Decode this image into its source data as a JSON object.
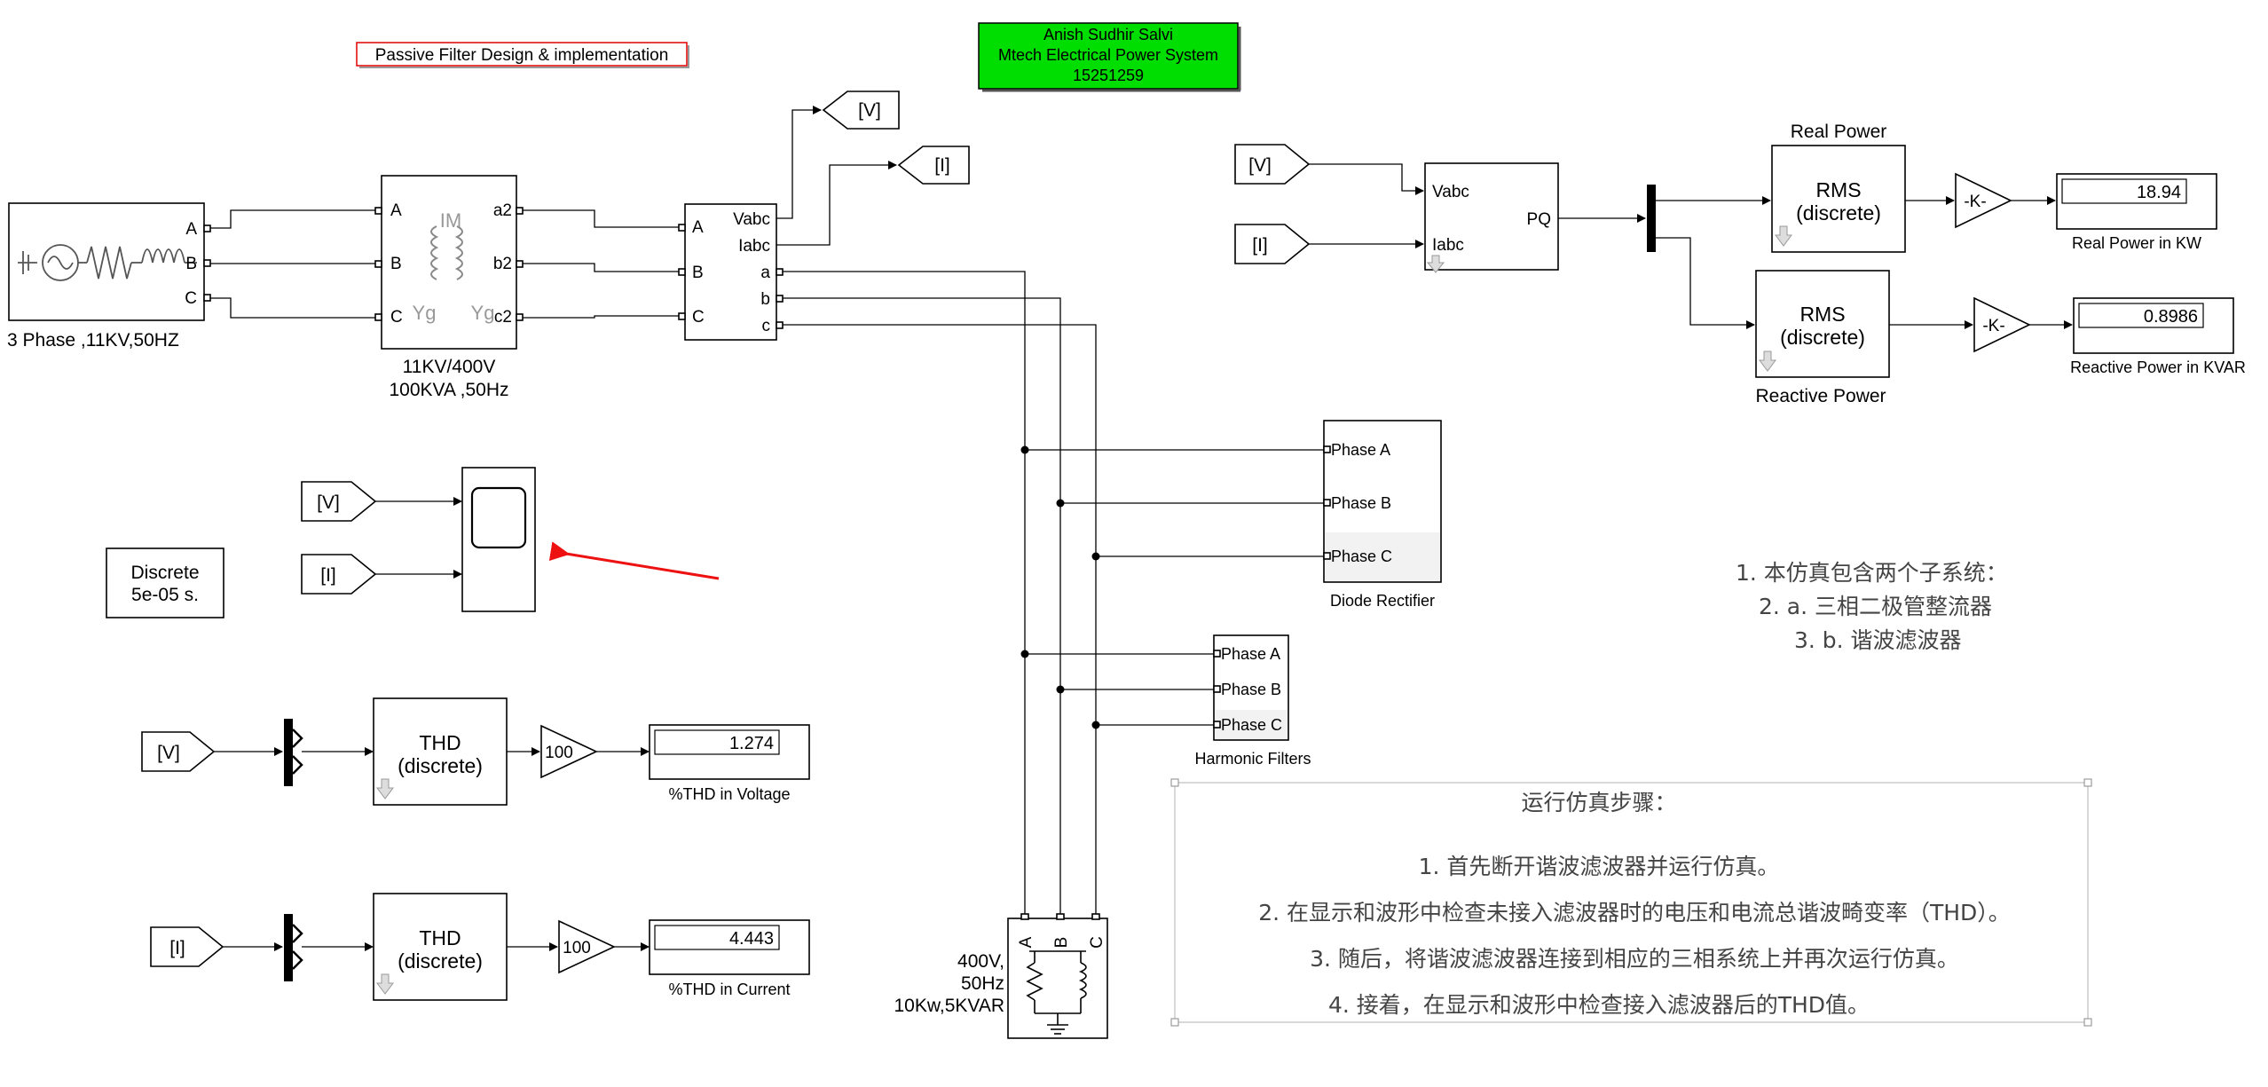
{
  "title_box": {
    "text": "Passive Filter Design & implementation",
    "color": "#e00000"
  },
  "author_box": {
    "line1": "Anish Sudhir Salvi",
    "line2": "Mtech Electrical Power System",
    "line3": "15251259",
    "fill": "#00dd00"
  },
  "source": {
    "ports": [
      "A",
      "B",
      "C"
    ],
    "label": "3 Phase ,11KV,50HZ"
  },
  "transformer": {
    "in_ports": [
      "A",
      "B",
      "C"
    ],
    "out_ports": [
      "a2",
      "b2",
      "c2"
    ],
    "inner_top": "IM",
    "inner_left": "Yg",
    "inner_right": "Yg",
    "label1": "11KV/400V",
    "label2": "100KVA ,50Hz"
  },
  "measurement": {
    "in_ports": [
      "A",
      "B",
      "C"
    ],
    "out_ports": [
      "Vabc",
      "Iabc",
      "a",
      "b",
      "c"
    ]
  },
  "tags": {
    "v": "[V]",
    "i": "[I]"
  },
  "pq_block": {
    "in_ports": [
      "Vabc",
      "Iabc"
    ],
    "out_port": "PQ"
  },
  "real_power": {
    "title": "Real Power",
    "block_line1": "RMS",
    "block_line2": "(discrete)",
    "gain": "-K-",
    "value": "18.94",
    "display_label": "Real Power in KW"
  },
  "reactive_power": {
    "title": "Reactive Power",
    "block_line1": "RMS",
    "block_line2": "(discrete)",
    "gain": "-K-",
    "value": "0.8986",
    "display_label": "Reactive Power in KVAR"
  },
  "powergui": {
    "line1": "Discrete",
    "line2": "5e-05 s.",
    "color": "#0000cc"
  },
  "diode_rectifier": {
    "ports": [
      "Phase A",
      "Phase B",
      "Phase C"
    ],
    "label": "Diode Rectifier"
  },
  "harmonic_filters": {
    "ports": [
      "Phase A",
      "Phase B",
      "Phase C"
    ],
    "label": "Harmonic Filters"
  },
  "thd_voltage": {
    "block_line1": "THD",
    "block_line2": "(discrete)",
    "gain": "100",
    "value": "1.274",
    "display_label": "%THD in Voltage"
  },
  "thd_current": {
    "block_line1": "THD",
    "block_line2": "(discrete)",
    "gain": "100",
    "value": "4.443",
    "display_label": "%THD in Current"
  },
  "load": {
    "ports": [
      "A",
      "B",
      "C"
    ],
    "label1": "400V,",
    "label2": "50Hz",
    "label3": "10Kw,5KVAR"
  },
  "notes_right": {
    "line1": "1. 本仿真包含两个子系统：",
    "line2": "2. a. 三相二极管整流器",
    "line3": "3. b. 谐波滤波器"
  },
  "steps": {
    "title": "运行仿真步骤：",
    "line1": "1. 首先断开谐波滤波器并运行仿真。",
    "line2": "2. 在显示和波形中检查未接入滤波器时的电压和电流总谐波畸变率（THD）。",
    "line3": "3. 随后，将谐波滤波器连接到相应的三相系统上并再次运行仿真。",
    "line4": "4. 接着，在显示和波形中检查接入滤波器后的THD值。"
  },
  "annotation_arrow_color": "#ee1111"
}
